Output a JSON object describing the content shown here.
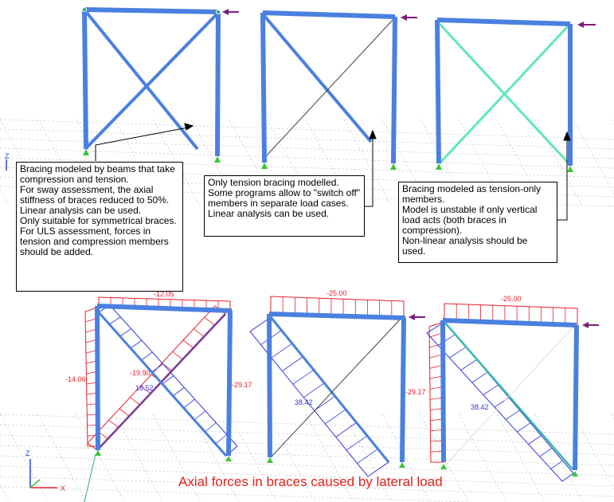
{
  "notes": {
    "beam_bracing": [
      "Bracing modeled by beams that take compression and tension.",
      "For sway assessment, the axial stiffness of braces reduced to 50%.",
      "Linear analysis can be used.",
      "Only suitable for symmetrical braces.",
      "For ULS assessment, forces in tension and compression members should be added."
    ],
    "tension_bracing": [
      "Only tension bracing modelled.",
      "Some programs allow to \"switch off\" members in separate load cases.",
      "Linear analysis can be used."
    ],
    "tension_only": [
      "Bracing modeled as tension-only members.",
      "Model is unstable if only vertical load acts (both braces in compression).",
      "Non-linear analysis should be used."
    ]
  },
  "caption": "Axial forces in braces caused by lateral load",
  "axis_labels": {
    "x": "X",
    "z": "Z"
  },
  "force_labels": {
    "frame1_beam": "-12.05",
    "frame1_left_column": "-14.06",
    "frame1_brace_compression": "-19.90",
    "frame1_brace_tension": "18.52",
    "frame1_right_column": "-29.17",
    "frame2_beam": "-25.00",
    "frame2_brace": "38.42",
    "frame3_beam": "-25.00",
    "frame3_left_column": "-29.17",
    "frame3_brace": "38.42"
  },
  "colors": {
    "member": "#4a80e0",
    "member_dark": "#2244aa",
    "tension_only": "#5fe8b8",
    "force_negative": "#e8202a",
    "force_positive": "#3333dd",
    "load_arrow": "#7a1d7a",
    "support": "#38c838",
    "grid": "#c8c8c8",
    "caption": "#e2231a"
  }
}
